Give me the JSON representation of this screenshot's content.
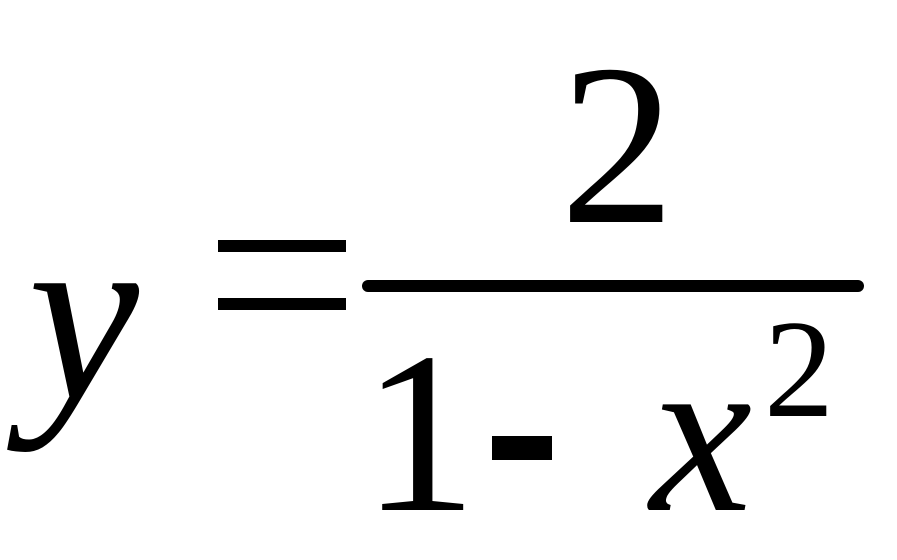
{
  "equation": {
    "lhs_variable": "y",
    "relation": "=",
    "numerator": "2",
    "denominator": {
      "constant": "1",
      "operator": "-",
      "variable": "x",
      "exponent": "2"
    }
  }
}
